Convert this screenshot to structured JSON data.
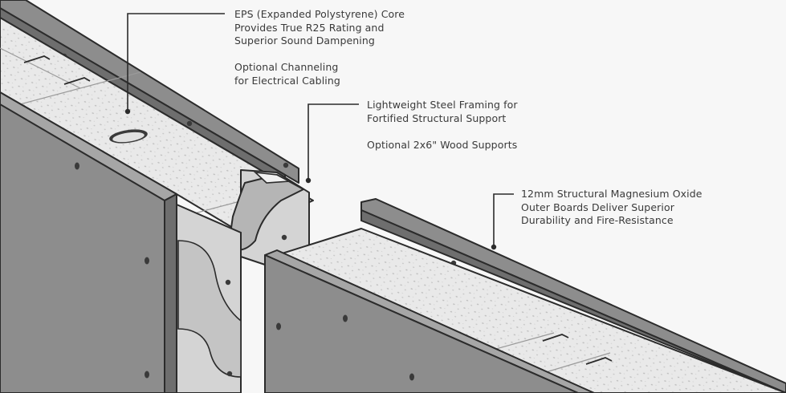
{
  "callouts": {
    "eps_core": {
      "lines": [
        "EPS (Expanded Polystyrene) Core",
        "Provides True R25 Rating and",
        "Superior Sound Dampening"
      ],
      "option_lines": [
        "Optional Channeling",
        "for Electrical Cabling"
      ]
    },
    "steel_framing": {
      "lines": [
        "Lightweight Steel Framing for",
        "Fortified Structural Support"
      ],
      "option_lines": [
        "Optional 2x6\" Wood Supports"
      ]
    },
    "mgo_boards": {
      "lines": [
        "12mm Structural Magnesium Oxide",
        "Outer Boards Deliver Superior",
        "Durability and Fire-Resistance"
      ]
    }
  },
  "colors": {
    "background": "#f7f7f7",
    "board": "#8d8d8d",
    "board_dark": "#6e6e6e",
    "board_edge": "#a6a6a6",
    "foam": "#e9e9e9",
    "steel": "#d4d4d4",
    "steel_dark": "#b5b5b5",
    "outline": "#2b2b2b",
    "text": "#3a3a3a"
  }
}
